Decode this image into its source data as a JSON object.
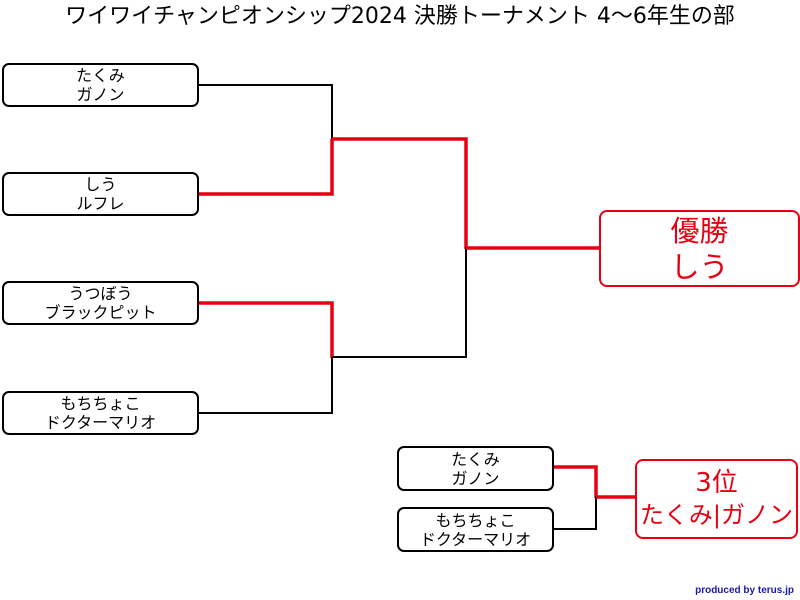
{
  "title": "ワイワイチャンピオンシップ2024 決勝トーナメント 4〜6年生の部",
  "colors": {
    "winner": "#e60012",
    "line": "#000000"
  },
  "bracket": {
    "entrants": [
      {
        "player": "たくみ",
        "character": "ガノン"
      },
      {
        "player": "しう",
        "character": "ルフレ"
      },
      {
        "player": "うつぼう",
        "character": "ブラックピット"
      },
      {
        "player": "もちちょこ",
        "character": "ドクターマリオ"
      }
    ],
    "champion": {
      "label": "優勝",
      "name": "しう"
    }
  },
  "third_place": {
    "entrants": [
      {
        "player": "たくみ",
        "character": "ガノン"
      },
      {
        "player": "もちちょこ",
        "character": "ドクターマリオ"
      }
    ],
    "result": {
      "label": "3位",
      "name": "たくみ|ガノン"
    }
  },
  "credit": "produced by terus.jp"
}
